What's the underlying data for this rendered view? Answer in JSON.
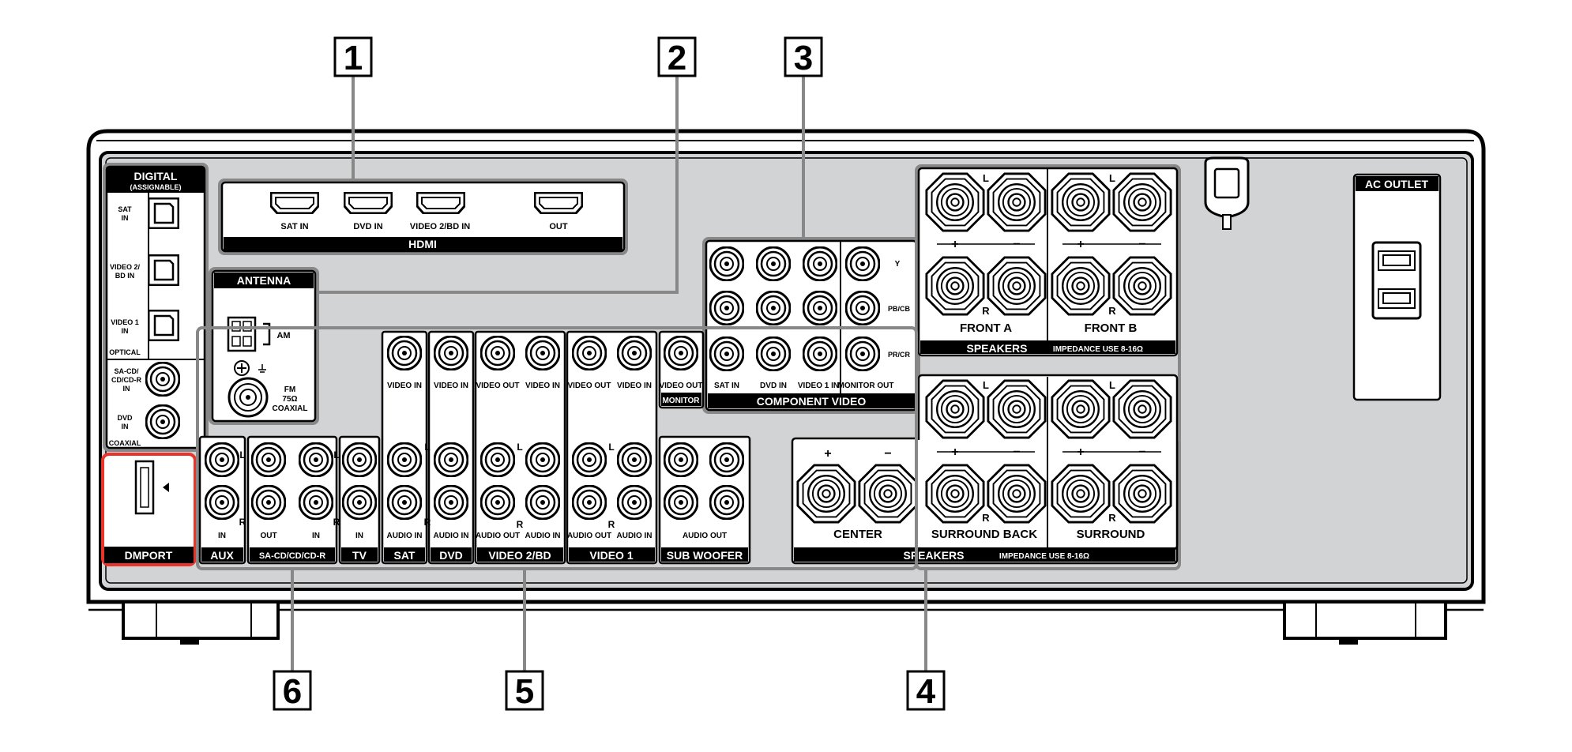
{
  "callouts": [
    "1",
    "2",
    "3",
    "4",
    "5",
    "6"
  ],
  "digital": {
    "title": "DIGITAL",
    "subtitle": "(ASSIGNABLE)",
    "sat_in": [
      "SAT",
      "IN"
    ],
    "video2_bd_in": [
      "VIDEO 2/",
      "BD IN"
    ],
    "video1_in": [
      "VIDEO 1",
      "IN"
    ],
    "optical": "OPTICAL",
    "sacd_in": [
      "SA-CD/",
      "CD/CD-R",
      "IN"
    ],
    "dvd_in": [
      "DVD",
      "IN"
    ],
    "coaxial": "COAXIAL"
  },
  "hdmi": {
    "title": "HDMI",
    "sat_in": "SAT IN",
    "dvd_in": "DVD IN",
    "video2_bd_in": "VIDEO 2/BD IN",
    "out": "OUT"
  },
  "antenna": {
    "title": "ANTENNA",
    "am": "AM",
    "fm": [
      "FM",
      "75Ω",
      "COAXIAL"
    ]
  },
  "component_video": {
    "title": "COMPONENT VIDEO",
    "sat_in": "SAT IN",
    "dvd_in": "DVD IN",
    "video1_in": "VIDEO 1 IN",
    "monitor_out": "MONITOR OUT",
    "y": "Y",
    "pb_cb": "PB/CB",
    "pr_cr": "PR/CR"
  },
  "speakers_top": {
    "title": "SPEAKERS",
    "impedance": "IMPEDANCE USE 8-16Ω",
    "front_a": "FRONT A",
    "front_b": "FRONT B"
  },
  "speakers_bottom": {
    "title": "SPEAKERS",
    "impedance": "IMPEDANCE USE 8-16Ω",
    "center": "CENTER",
    "surround_back": "SURROUND BACK",
    "surround": "SURROUND"
  },
  "polarity": {
    "plus": "+",
    "minus": "−",
    "l": "L",
    "r": "R"
  },
  "ac_outlet": {
    "title": "AC OUTLET"
  },
  "dmport": {
    "title": "DMPORT"
  },
  "video_cols": {
    "video_in": "VIDEO IN",
    "video_out": "VIDEO OUT",
    "audio_in": "AUDIO IN",
    "audio_out": "AUDIO OUT",
    "monitor": "MONITOR"
  },
  "groups": {
    "sat": "SAT",
    "dvd": "DVD",
    "video2bd": "VIDEO 2/BD",
    "video1": "VIDEO 1",
    "sub_woofer": "SUB WOOFER",
    "aux": "AUX",
    "sacd": "SA-CD/CD/CD-R",
    "tv": "TV"
  },
  "audio_labels": {
    "in": "IN",
    "out": "OUT"
  },
  "colors": {
    "panel": "#d2d3d5",
    "line": "#000000",
    "highlight": "#e8342a",
    "frame": "#888888"
  }
}
